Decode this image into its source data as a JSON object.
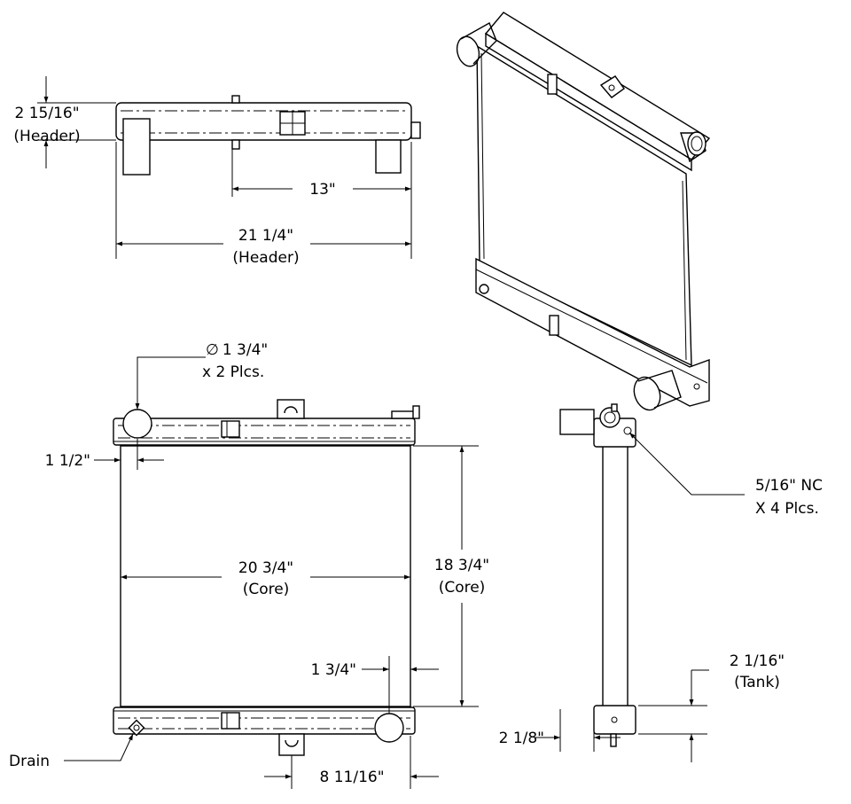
{
  "dimensions": {
    "header_height": "2 15/16\"",
    "header_height_note": "(Header)",
    "inlet_offset": "13\"",
    "header_width": "21 1/4\"",
    "header_width_note": "(Header)",
    "port_dia": "1 3/4\"",
    "port_qty": "x 2 Plcs.",
    "side_offset": "1 1/2\"",
    "core_width": "20 3/4\"",
    "core_width_note": "(Core)",
    "core_height": "18 3/4\"",
    "core_height_note": "(Core)",
    "outlet_offset": "1 3/4\"",
    "drain": "Drain",
    "bottom_offset": "8 11/16\"",
    "thread": "5/16\" NC",
    "thread_qty": "X 4 Plcs.",
    "tank_depth": "2 1/16\"",
    "tank_depth_note": "(Tank)",
    "mount_offset": "2 1/8\""
  },
  "symbols": {
    "diameter": "∅"
  }
}
